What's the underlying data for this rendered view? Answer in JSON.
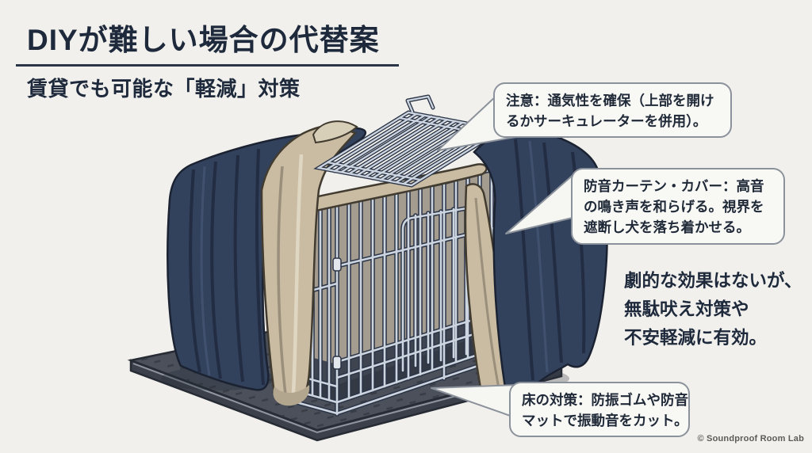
{
  "header": {
    "title": "DIYが難しい場合の代替案",
    "subtitle": "賃貸でも可能な「軽減」対策"
  },
  "callouts": {
    "ventilation": {
      "lines": [
        "注意：通気性を確保（上部を開け",
        "るかサーキュレーターを併用）。"
      ]
    },
    "curtain": {
      "lines": [
        "防音カーテン・カバー：高音",
        "の鳴き声を和らげる。視界を",
        "遮断し犬を落ち着かせる。"
      ]
    },
    "floor": {
      "lines": [
        "床の対策：防振ゴムや防音",
        "マットで振動音をカット。"
      ]
    }
  },
  "note": {
    "lines": [
      "劇的な効果はないが、",
      "無駄吠え対策や",
      "不安軽減に有効。"
    ]
  },
  "footer": {
    "credit": "© Soundproof Room Lab"
  },
  "illustration": {
    "subject": "dog crate covered with soundproof curtain, blanket and anti-vibration mat, top panel open",
    "colors": {
      "background": "#f1f0ec",
      "heading_navy": "#1e2a3c",
      "curtain_navy": "#33425c",
      "curtain_shadow": "#222c42",
      "blanket_tan": "#c9bca3",
      "cage_bar_light": "#ccd5df",
      "cage_outline": "#2a3446",
      "mat_gray": "#4b505a",
      "callout_border": "#8c929b",
      "callout_bg": "#f8f8f5"
    }
  }
}
